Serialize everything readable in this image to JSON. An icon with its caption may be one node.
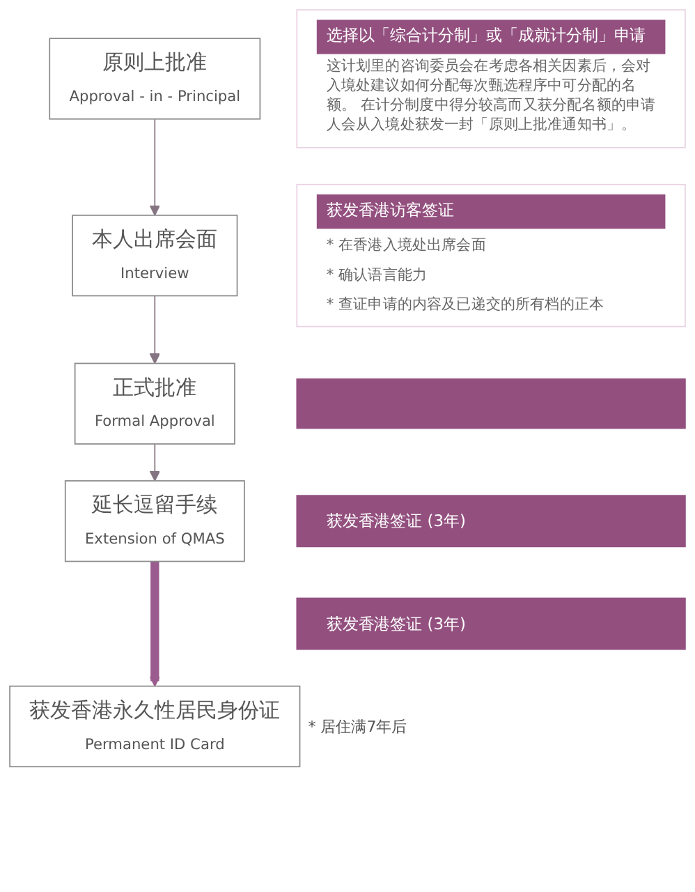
{
  "diagram": {
    "nodes": [
      {
        "text": [
          "原则上批准",
          "Approval - in - Principal"
        ]
      },
      {
        "text": [
          "选择以「综合计分制」或「成就计分制」申请",
          "这计划里的咨询委员会在考虑各相关因素后，会对入境处建议如何分配每次甄选程序中可分配的名额。 在计分制度中得分较高而又获分配名额的申请人会从入境处获发一封「原则上批准通知书」。"
        ]
      },
      {
        "text": [
          "本人出席会面",
          "Interview"
        ]
      },
      {
        "text": [
          "获发香港访客签证",
          "* 在香港入境处出席会面",
          "* 确认语言能力",
          "* 查证申请的内容及已递交的所有档的正本"
        ]
      },
      {
        "text": [
          "正式批准",
          "Formal Approval"
        ]
      },
      {
        "text": [],
        "shape": "bar"
      },
      {
        "text": [
          "延长逗留手续",
          "Extension of QMAS"
        ]
      },
      {
        "text": [
          "获发香港签证 (3年)"
        ]
      },
      {
        "text": [
          "获发香港签证 (3年)"
        ]
      },
      {
        "text": [
          "获发香港永久性居民身份证",
          "Permanent ID Card"
        ],
        "beside": [
          "* 居住满7年后"
        ]
      }
    ],
    "edges": [
      {
        "from": 0,
        "to": 2,
        "arrow": "to"
      },
      {
        "from": 2,
        "to": 4,
        "arrow": "to"
      },
      {
        "from": 4,
        "to": 6,
        "arrow": "to"
      },
      {
        "from": 6,
        "to": 9,
        "arrow": "to",
        "style": "thick",
        "color": "#9a5b8e"
      }
    ]
  }
}
